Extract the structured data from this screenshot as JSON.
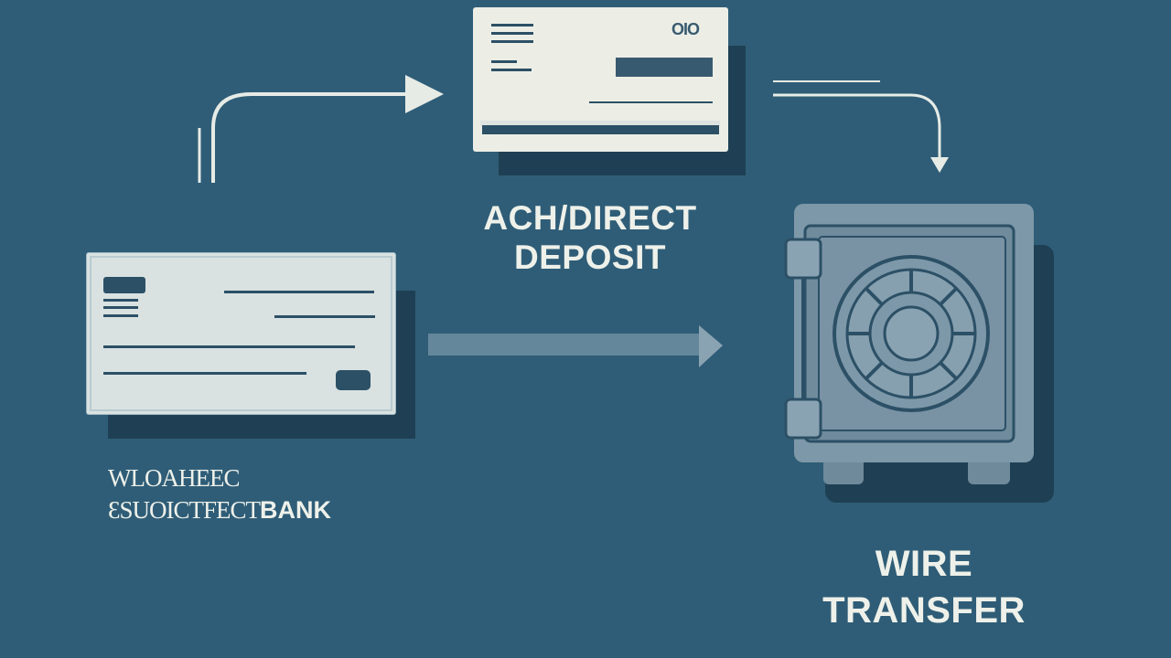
{
  "colors": {
    "background": "#2f5d77",
    "card": "#eceee6",
    "card_outline": "#9fb6c1",
    "shadow": "#1f4054",
    "arrow": "#e6ebe6",
    "vault": "#7d98a8"
  },
  "icons": {
    "ach_document": "document-icon",
    "check": "check-icon",
    "vault": "vault-icon",
    "arrows": "arrow-icon"
  },
  "ach": {
    "code": "OIO",
    "title_line1": "ACH/DIRECT",
    "title_line2": "DEPOSIT"
  },
  "check": {
    "label_line1": "WLOAHEEC",
    "label_line2": "ƐSUOICTFECT",
    "label_suffix": "BANK"
  },
  "wire": {
    "title_line1": "WIRE",
    "title_line2": "TRANSFER"
  }
}
